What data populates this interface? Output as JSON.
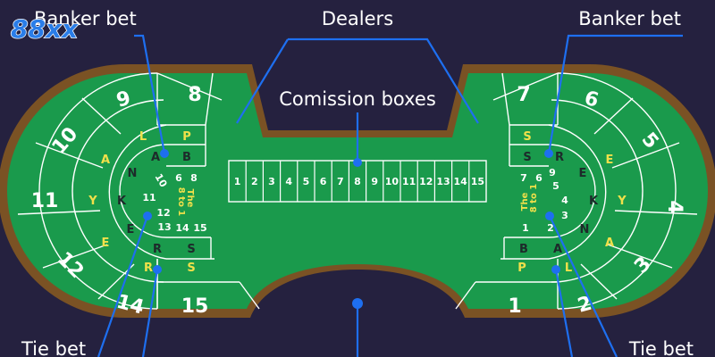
{
  "brand": {
    "logo_text": "88xx"
  },
  "labels": {
    "banker_bet_left": "Banker bet",
    "dealers": "Dealers",
    "banker_bet_right": "Banker bet",
    "commission_boxes": "Comission boxes",
    "tie_bet_left": "Tie bet",
    "tie_bet_right": "Tie bet"
  },
  "commission_numbers": [
    "1",
    "2",
    "3",
    "4",
    "5",
    "6",
    "7",
    "8",
    "9",
    "10",
    "11",
    "12",
    "13",
    "14",
    "15"
  ],
  "left_end": {
    "outer_numbers": [
      "8",
      "9",
      "10",
      "11",
      "12",
      "14",
      "15"
    ],
    "player_letters": [
      "P",
      "L",
      "A",
      "Y",
      "E",
      "R",
      "S"
    ],
    "banker_letters": [
      "B",
      "A",
      "N",
      "K",
      "E",
      "R",
      "S"
    ],
    "inner_numbers": [
      "6",
      "8",
      "10",
      "11",
      "12",
      "13",
      "14",
      "15"
    ],
    "tie_text": [
      "The",
      "8 to 1"
    ]
  },
  "right_end": {
    "outer_numbers": [
      "7",
      "6",
      "5",
      "4",
      "3",
      "2",
      "1"
    ],
    "player_letters": [
      "S",
      "E",
      "Y",
      "A",
      "L",
      "P"
    ],
    "banker_letters": [
      "S",
      "R",
      "E",
      "K",
      "N",
      "A",
      "B"
    ],
    "inner_numbers": [
      "7",
      "6",
      "5",
      "4",
      "3",
      "2",
      "1",
      "9"
    ],
    "tie_text": [
      "The",
      "8 to 1"
    ]
  },
  "colors": {
    "background": "#25213f",
    "felt": "#1a9a4c",
    "rim": "#7a5224",
    "pointer": "#1e6ff0",
    "accent_yellow": "#f0e04a"
  }
}
